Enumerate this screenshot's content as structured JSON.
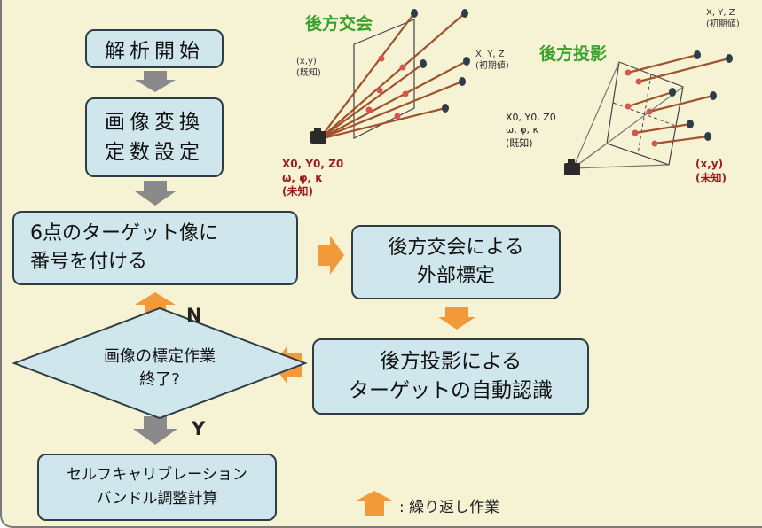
{
  "flow": {
    "start": "解析開始",
    "const_line1": "画像変換",
    "const_line2": "定数設定",
    "number_line1": "6点のターゲット像に",
    "number_line2": "番号を付ける",
    "resection_line1": "後方交会による",
    "resection_line2": "外部標定",
    "projection_line1": "後方投影による",
    "projection_line2": "ターゲットの自動認識",
    "decision_line1": "画像の標定作業",
    "decision_line2": "終了?",
    "label_n": "N",
    "label_y": "Y",
    "bundle_line1": "セルフキャリブレーション",
    "bundle_line2": "バンドル調整計算"
  },
  "legend": {
    "text": ": 繰り返し作業"
  },
  "resection_diagram": {
    "title": "後方交会",
    "image_coords_line1": "(x,y)",
    "image_coords_line2": "(既知)",
    "object_coords_line1": "X, Y, Z",
    "object_coords_line2": "(初期値)",
    "camera_line1": "X0, Y0, Z0",
    "camera_line2": "ω, φ, κ",
    "camera_line3": "(未知)"
  },
  "projection_diagram": {
    "title": "後方投影",
    "object_coords_line1": "X, Y, Z",
    "object_coords_line2": "(初期値)",
    "camera_line1": "X0, Y0, Z0",
    "camera_line2": "ω, φ, κ",
    "camera_line3": "(既知)",
    "image_coords_line1": "(x,y)",
    "image_coords_line2": "(未知)"
  },
  "colors": {
    "box_fill": "#cfe7ec",
    "box_border": "#2f3d45",
    "background": "#f6f2d4",
    "gray_arrow": "#8a8a8a",
    "orange_arrow": "#f29a3a",
    "diagram_title": "#3aa12a",
    "ray": "#a0522d",
    "point": "#d9534f",
    "unknown_label": "#9b1c1c"
  }
}
